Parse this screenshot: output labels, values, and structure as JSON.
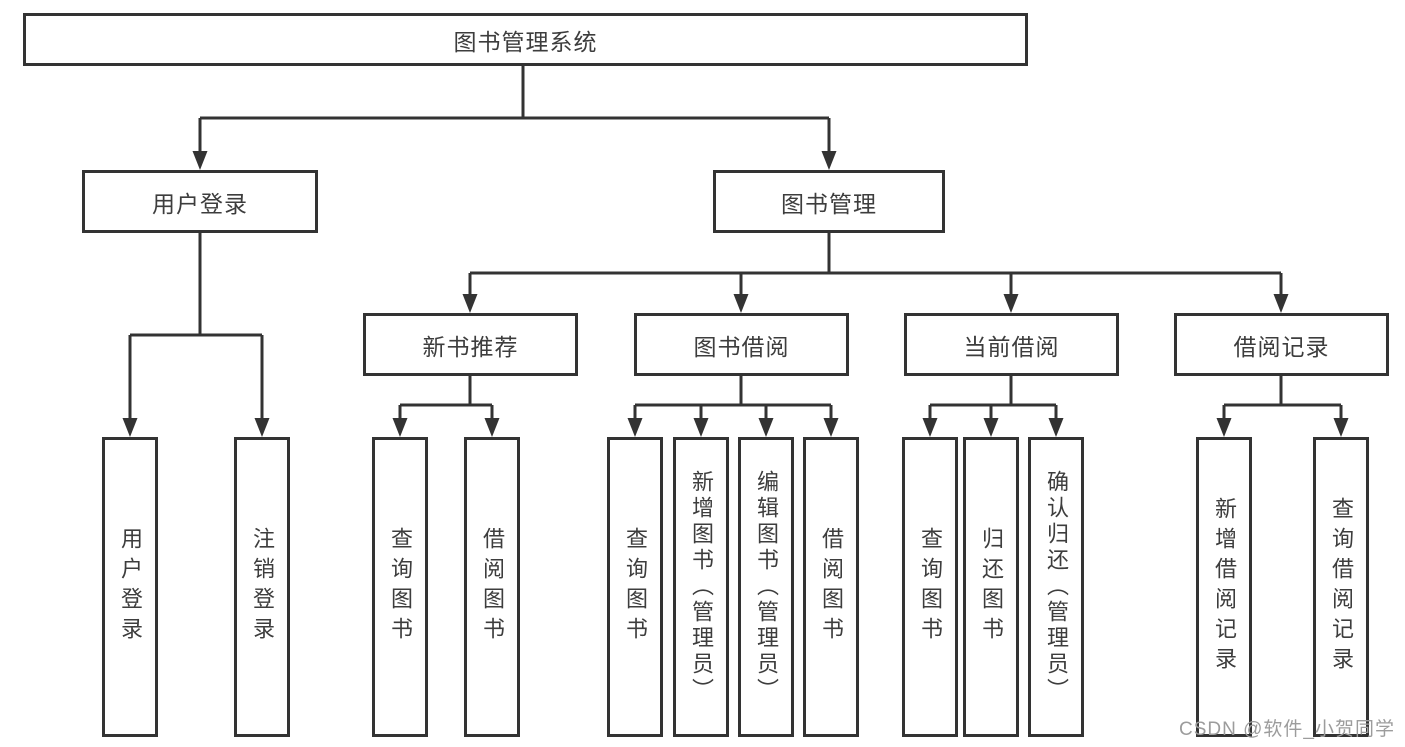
{
  "tree": {
    "root": {
      "label": "图书管理系统",
      "children": [
        {
          "label": "用户登录",
          "children": [
            {
              "label": "用户登录"
            },
            {
              "label": "注销登录"
            }
          ]
        },
        {
          "label": "图书管理",
          "children": [
            {
              "label": "新书推荐",
              "children": [
                {
                  "label": "查询图书"
                },
                {
                  "label": "借阅图书"
                }
              ]
            },
            {
              "label": "图书借阅",
              "children": [
                {
                  "label": "查询图书"
                },
                {
                  "label": "新增图书（管理员）"
                },
                {
                  "label": "编辑图书（管理员）"
                },
                {
                  "label": "借阅图书"
                }
              ]
            },
            {
              "label": "当前借阅",
              "children": [
                {
                  "label": "查询图书"
                },
                {
                  "label": "归还图书"
                },
                {
                  "label": "确认归还（管理员）"
                }
              ]
            },
            {
              "label": "借阅记录",
              "children": [
                {
                  "label": "新增借阅记录"
                },
                {
                  "label": "查询借阅记录"
                }
              ]
            }
          ]
        }
      ]
    }
  },
  "watermark": "CSDN @软件_小贺同学",
  "colors": {
    "line": "#333333",
    "text": "#3d3d3d",
    "watermark": "#9c9c9c",
    "bg": "#ffffff"
  }
}
